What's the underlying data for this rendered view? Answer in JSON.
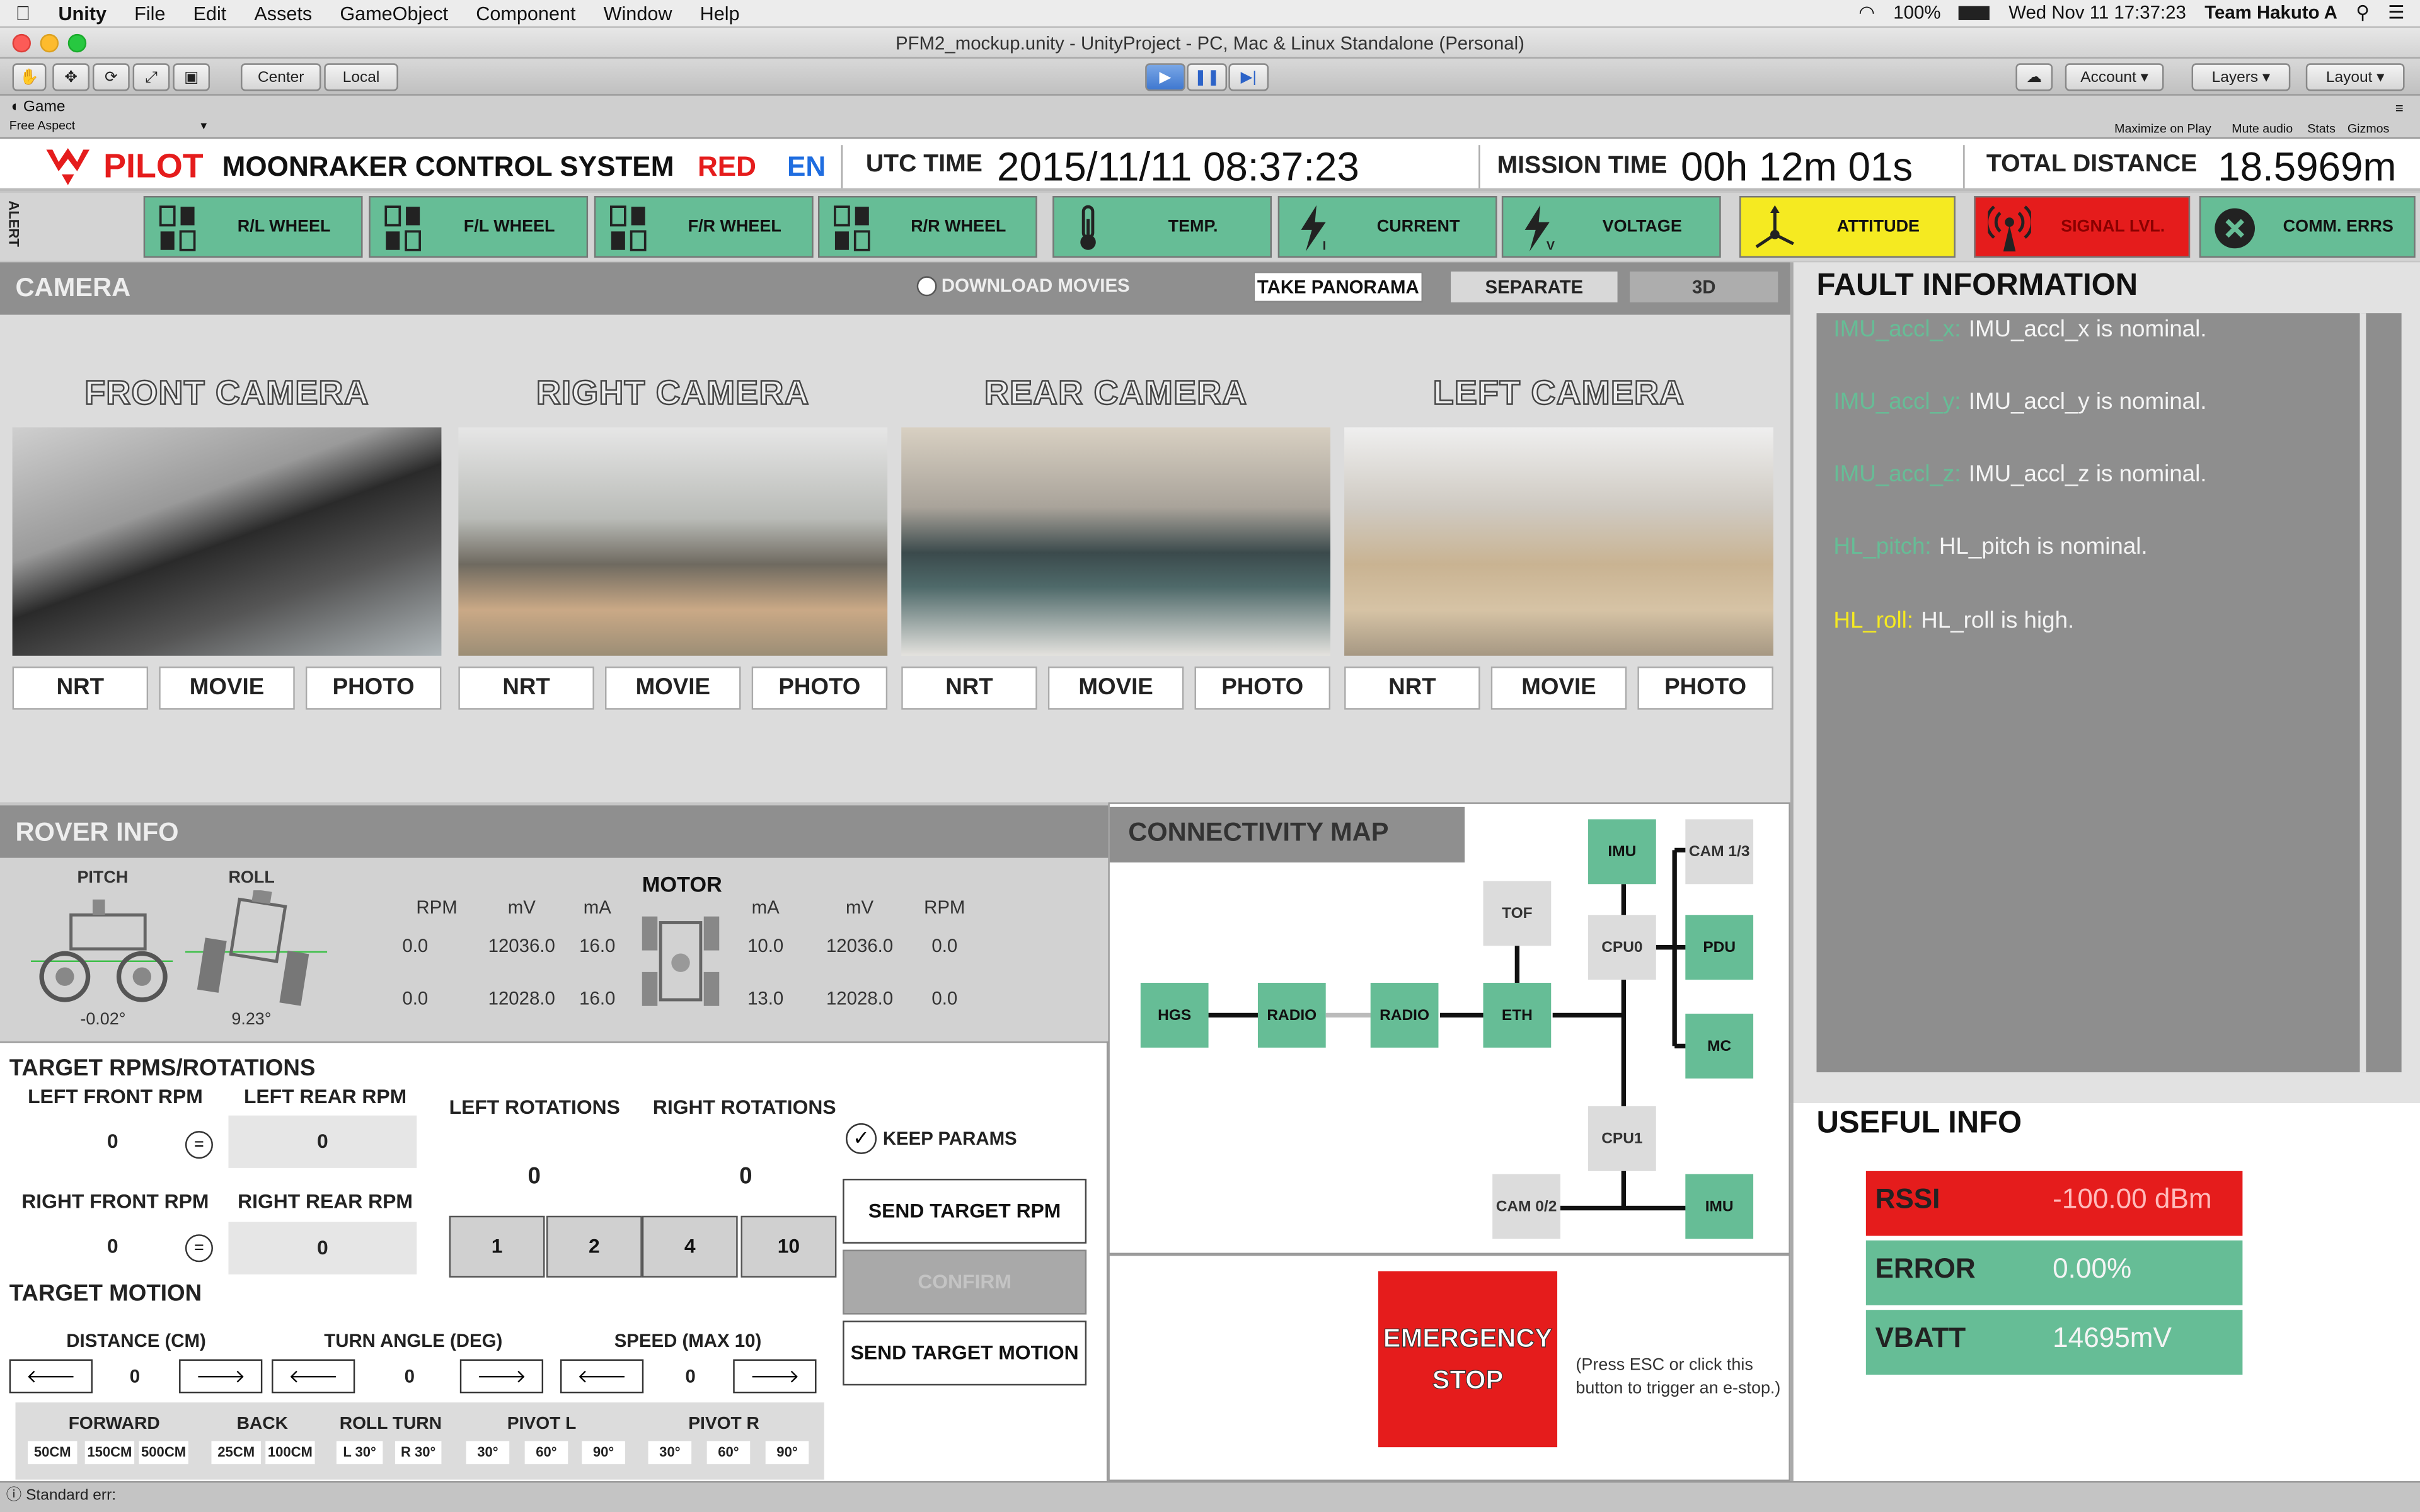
{
  "menubar": {
    "app": "Unity",
    "items": [
      "File",
      "Edit",
      "Assets",
      "GameObject",
      "Component",
      "Window",
      "Help"
    ],
    "battery": "100%",
    "datetime": "Wed Nov 11  17:37:23",
    "user": "Team Hakuto A"
  },
  "window": {
    "title": "PFM2_mockup.unity - UnityProject - PC, Mac & Linux Standalone (Personal)"
  },
  "toolbar": {
    "center": "Center",
    "local": "Local",
    "account": "Account",
    "layers": "Layers",
    "layout": "Layout"
  },
  "gametab": {
    "tab": "Game",
    "aspect": "Free Aspect",
    "maximize": "Maximize on Play",
    "mute": "Mute audio",
    "stats": "Stats",
    "gizmos": "Gizmos"
  },
  "header": {
    "logo": "PILOT",
    "system": "MOONRAKER CONTROL SYSTEM",
    "team": "RED",
    "lang": "EN",
    "utc_label": "UTC TIME",
    "utc": "2015/11/11 08:37:23",
    "mission_label": "MISSION TIME",
    "mission": "00h 12m 01s",
    "distance_label": "TOTAL DISTANCE",
    "distance": "18.5969m"
  },
  "alert": {
    "label": "ALERT",
    "items": [
      {
        "label": "R/L WHEEL",
        "status": "green",
        "icon": "wheel-icon"
      },
      {
        "label": "F/L WHEEL",
        "status": "green",
        "icon": "wheel-icon"
      },
      {
        "label": "F/R WHEEL",
        "status": "green",
        "icon": "wheel-icon"
      },
      {
        "label": "R/R WHEEL",
        "status": "green",
        "icon": "wheel-icon"
      },
      {
        "label": "TEMP.",
        "status": "green",
        "icon": "thermometer-icon"
      },
      {
        "label": "CURRENT",
        "status": "green",
        "icon": "current-icon"
      },
      {
        "label": "VOLTAGE",
        "status": "green",
        "icon": "voltage-icon"
      },
      {
        "label": "ATTITUDE",
        "status": "yellow",
        "icon": "attitude-icon"
      },
      {
        "label": "SIGNAL LVL.",
        "status": "red",
        "icon": "signal-icon"
      },
      {
        "label": "COMM. ERRS",
        "status": "green",
        "icon": "error-icon"
      }
    ]
  },
  "camera": {
    "title": "CAMERA",
    "download": "DOWNLOAD MOVIES",
    "panorama": "TAKE PANORAMA",
    "separate": "SEPARATE",
    "three_d": "3D",
    "cams": [
      {
        "name": "FRONT CAMERA"
      },
      {
        "name": "RIGHT CAMERA"
      },
      {
        "name": "REAR CAMERA"
      },
      {
        "name": "LEFT CAMERA"
      }
    ],
    "buttons": {
      "nrt": "NRT",
      "movie": "MOVIE",
      "photo": "PHOTO"
    }
  },
  "fault": {
    "title": "FAULT INFORMATION",
    "items": [
      {
        "key": "IMU_accl_x:",
        "msg": "IMU_accl_x is nominal.",
        "color": "#66bd96"
      },
      {
        "key": "IMU_accl_y:",
        "msg": "IMU_accl_y is nominal.",
        "color": "#66bd96"
      },
      {
        "key": "IMU_accl_z:",
        "msg": "IMU_accl_z is nominal.",
        "color": "#66bd96"
      },
      {
        "key": "HL_pitch:",
        "msg": "HL_pitch is nominal.",
        "color": "#66bd96"
      },
      {
        "key": "HL_roll:",
        "msg": "HL_roll is high.",
        "color": "#f5ea21"
      }
    ]
  },
  "rover": {
    "title": "ROVER INFO",
    "pitch_label": "PITCH",
    "roll_label": "ROLL",
    "pitch": "-0.02°",
    "roll": "9.23°",
    "motor": "MOTOR",
    "left_headers": [
      "RPM",
      "mV",
      "mA"
    ],
    "right_headers": [
      "mA",
      "mV",
      "RPM"
    ],
    "left_rows": [
      [
        "0.0",
        "12036.0",
        "16.0"
      ],
      [
        "0.0",
        "12028.0",
        "16.0"
      ]
    ],
    "right_rows": [
      [
        "10.0",
        "12036.0",
        "0.0"
      ],
      [
        "13.0",
        "12028.0",
        "0.0"
      ]
    ]
  },
  "connectivity": {
    "title": "CONNECTIVITY MAP",
    "nodes": {
      "hgs": "HGS",
      "radio1": "RADIO",
      "radio2": "RADIO",
      "eth": "ETH",
      "tof": "TOF",
      "cpu0": "CPU0",
      "imu0": "IMU",
      "cam13": "CAM 1/3",
      "pdu": "PDU",
      "mc": "MC",
      "cpu1": "CPU1",
      "cam02": "CAM 0/2",
      "imu1": "IMU"
    }
  },
  "emergency": {
    "label": "EMERGENCY STOP",
    "hint": "(Press ESC or click this button to trigger an e-stop.)"
  },
  "useful": {
    "title": "USEFUL INFO",
    "rows": [
      {
        "label": "RSSI",
        "value": "-100.00 dBm",
        "color": "#e51c1c"
      },
      {
        "label": "ERROR",
        "value": "0.00%",
        "color": "#66bd96"
      },
      {
        "label": "VBATT",
        "value": "14695mV",
        "color": "#66bd96"
      }
    ]
  },
  "target": {
    "title": "TARGET RPMS/ROTATIONS",
    "lf_label": "LEFT FRONT RPM",
    "lf": "0",
    "lr_label": "LEFT REAR RPM",
    "lr": "0",
    "rf_label": "RIGHT FRONT RPM",
    "rf": "0",
    "rr_label": "RIGHT REAR RPM",
    "rr": "0",
    "eq": "=",
    "lrot_label": "LEFT ROTATIONS",
    "lrot": "0",
    "rrot_label": "RIGHT ROTATIONS",
    "rrot": "0",
    "rot_buttons": [
      "1",
      "2",
      "4",
      "10"
    ],
    "keep": "KEEP PARAMS",
    "send_rpm": "SEND TARGET RPM",
    "confirm": "CONFIRM",
    "send_motion": "SEND TARGET MOTION",
    "motion_title": "TARGET MOTION",
    "dist_label": "DISTANCE (CM)",
    "dist": "0",
    "turn_label": "TURN ANGLE (DEG)",
    "turn": "0",
    "speed_label": "SPEED (MAX 10)",
    "speed": "0",
    "presets": {
      "forward": "FORWARD",
      "back": "BACK",
      "rollturn": "ROLL TURN",
      "pivotl": "PIVOT L",
      "pivotr": "PIVOT R",
      "fwd": [
        "50CM",
        "150CM",
        "500CM"
      ],
      "bk": [
        "25CM",
        "100CM"
      ],
      "rt": [
        "L 30°",
        "R 30°"
      ],
      "pl": [
        "30°",
        "60°",
        "90°"
      ],
      "pr": [
        "30°",
        "60°",
        "90°"
      ]
    }
  },
  "status": {
    "text": "Standard err:"
  }
}
